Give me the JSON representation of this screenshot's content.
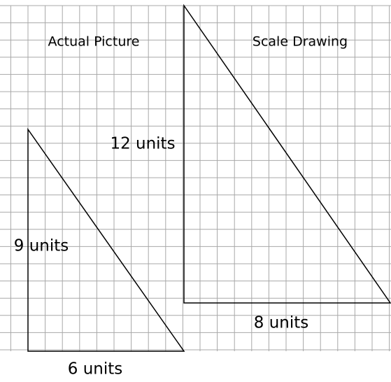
{
  "actual": {
    "title": "Actual Picture",
    "height_label": "9 units",
    "base_label": "6 units",
    "height_units": 9,
    "base_units": 6
  },
  "scale": {
    "title": "Scale Drawing",
    "height_label": "12 units",
    "base_label": "8 units",
    "height_units": 12,
    "base_units": 8
  },
  "colors": {
    "grid": "#a8a8a8",
    "outline": "#000000",
    "background": "#ffffff"
  }
}
